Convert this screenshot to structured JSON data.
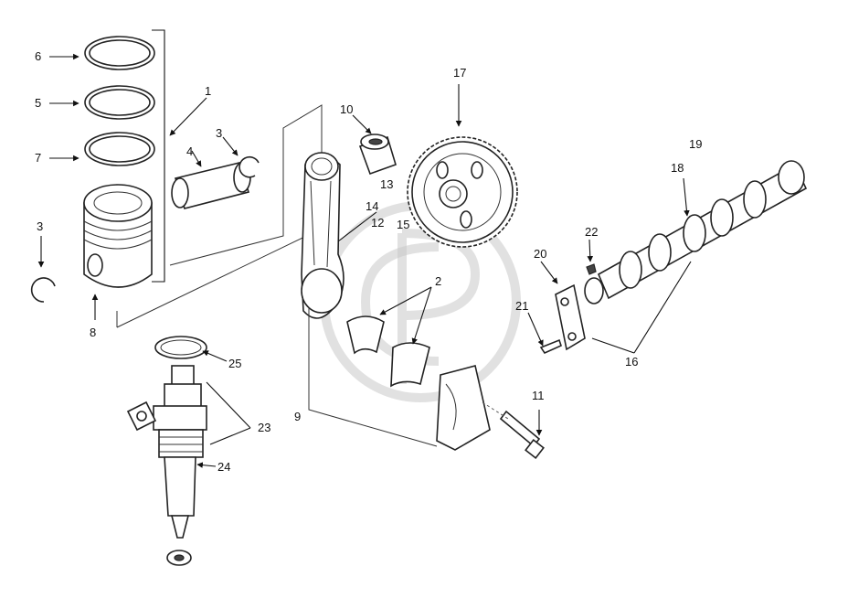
{
  "labels": {
    "l1": "1",
    "l2": "2",
    "l3a": "3",
    "l3b": "3",
    "l4": "4",
    "l5": "5",
    "l6": "6",
    "l7": "7",
    "l8": "8",
    "l9": "9",
    "l10": "10",
    "l11": "11",
    "l12": "12",
    "l13": "13",
    "l14": "14",
    "l15": "15",
    "l16": "16",
    "l17": "17",
    "l18": "18",
    "l19": "19",
    "l20": "20",
    "l21": "21",
    "l22": "22",
    "l23": "23",
    "l24": "24",
    "l25": "25"
  }
}
